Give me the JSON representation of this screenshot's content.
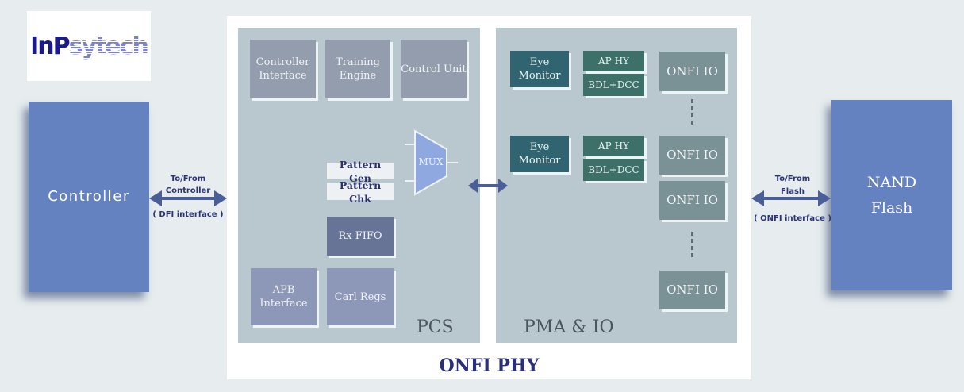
{
  "logo": {
    "text_a": "InP",
    "text_b": "sytech"
  },
  "controller": {
    "label": "Controller"
  },
  "nand": {
    "line1": "NAND",
    "line2": "Flash"
  },
  "left_link": {
    "line1": "To/From",
    "line2": "Controller",
    "note": "( DFI interface )"
  },
  "right_link": {
    "line1": "To/From",
    "line2": "Flash",
    "note": "( ONFI interface )"
  },
  "phy": {
    "title": "ONFI PHY",
    "pcs": {
      "label": "PCS",
      "blocks": [
        "Controller Interface",
        "Training Engine",
        "Control Unit",
        "Pattern Gen",
        "Pattern Chk",
        "Rx FIFO",
        "APB Interface",
        "Carl Regs"
      ],
      "mux": "MUX"
    },
    "pma": {
      "label": "PMA & IO",
      "eye": "Eye Monitor",
      "aphy": "AP HY",
      "bdl": "BDL+DCC",
      "io": "ONFI IO"
    }
  },
  "colors": {
    "host_box": "#6482bf",
    "arrow": "#4a5f98",
    "teal": "#2f6470"
  }
}
